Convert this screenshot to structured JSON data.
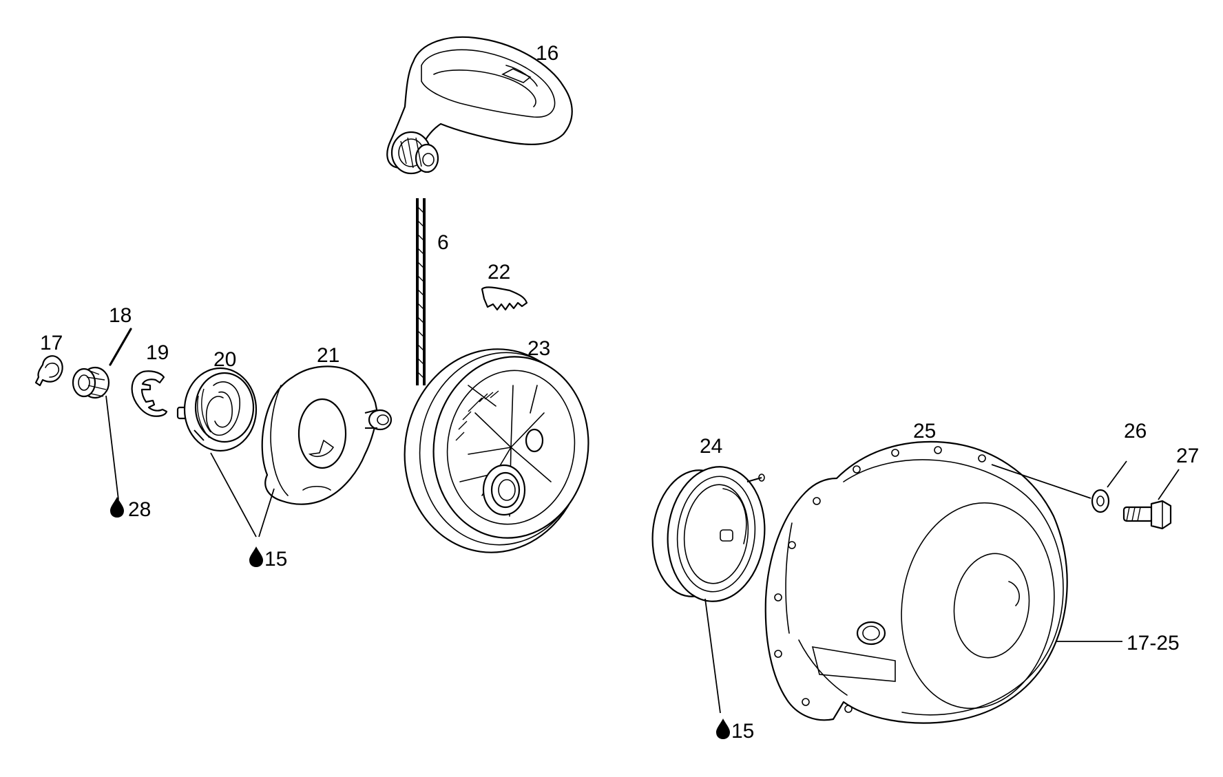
{
  "labels": {
    "p6": "6",
    "p15a": "15",
    "p15b": "15",
    "p16": "16",
    "p17": "17",
    "p17_25": "17-25",
    "p18": "18",
    "p19": "19",
    "p20": "20",
    "p21": "21",
    "p22": "22",
    "p23": "23",
    "p24": "24",
    "p25": "25",
    "p26": "26",
    "p27": "27",
    "p28": "28"
  },
  "icons": {
    "grease": "oil-drop-icon"
  },
  "colors": {
    "line": "#000000",
    "background": "#ffffff"
  }
}
